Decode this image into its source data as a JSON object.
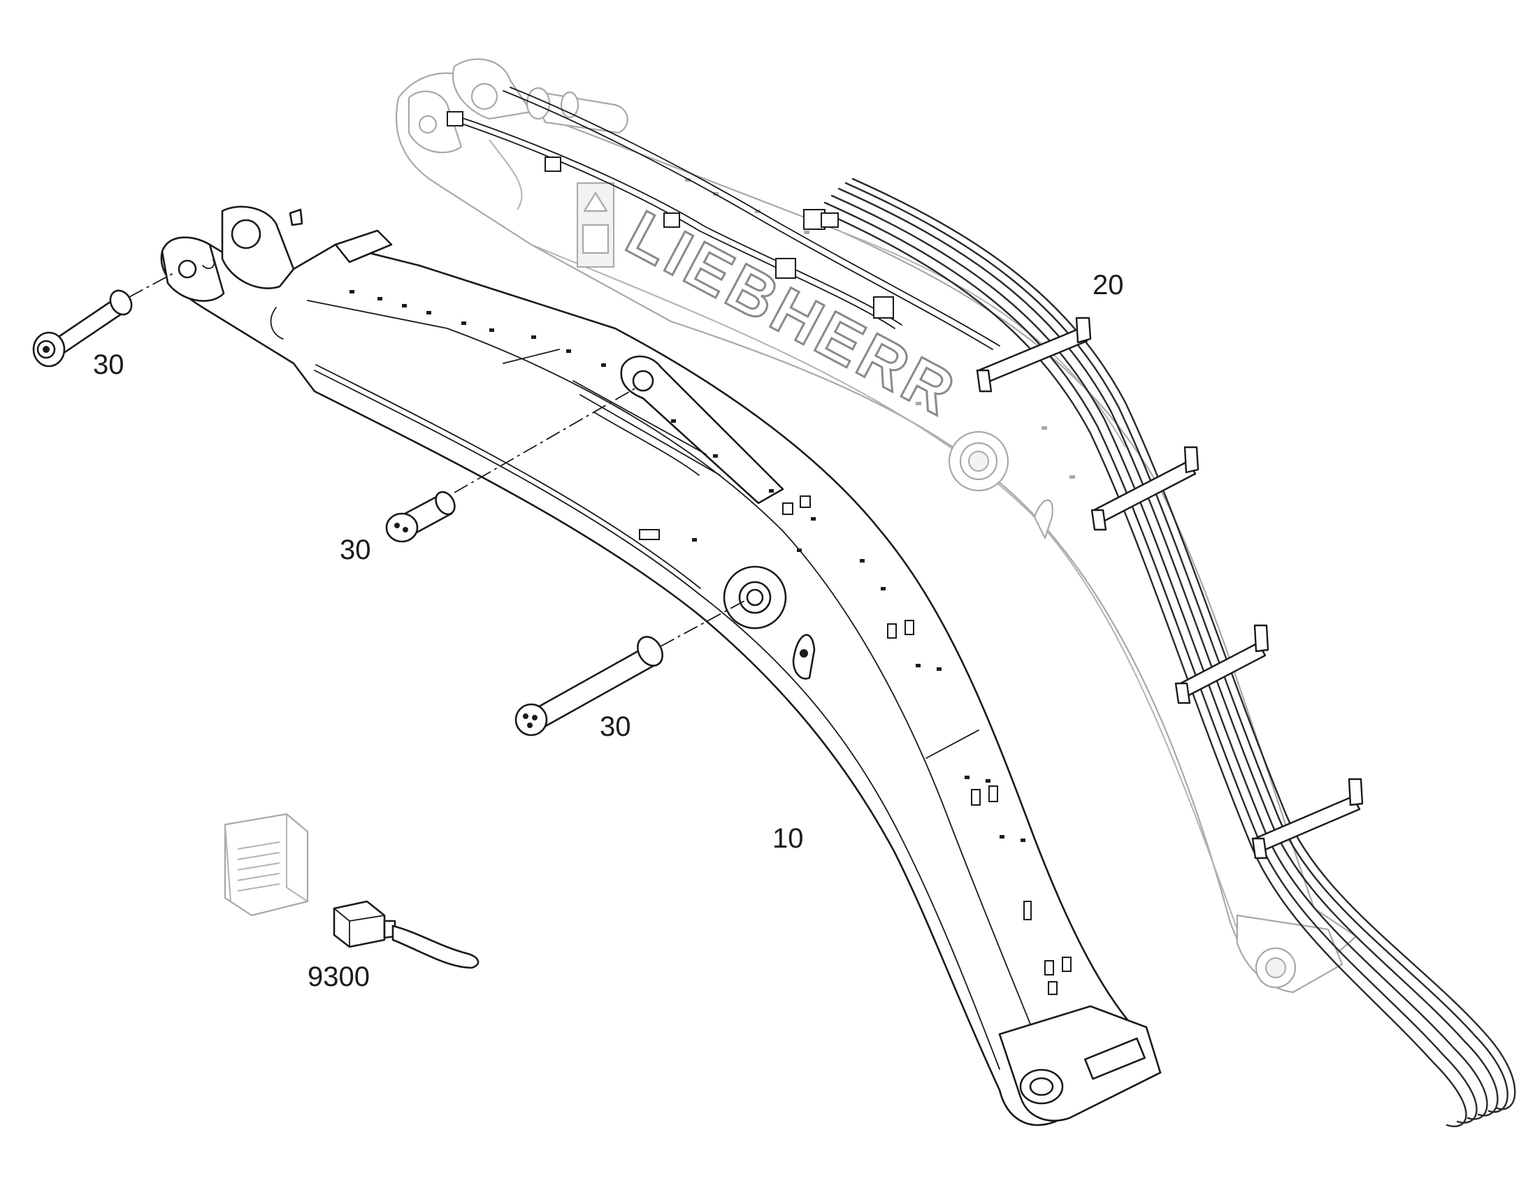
{
  "diagram": {
    "brand_text": "LIEBHERR",
    "parts": [
      {
        "id": "stick-new",
        "callout": "10",
        "description_icon": "excavator-stick"
      },
      {
        "id": "stick-old",
        "callout": "20",
        "description_icon": "excavator-stick-with-hoses"
      },
      {
        "id": "pin-top",
        "callout": "30",
        "description_icon": "pivot-pin"
      },
      {
        "id": "pin-middle",
        "callout": "30",
        "description_icon": "pivot-pin"
      },
      {
        "id": "pin-bottom",
        "callout": "30",
        "description_icon": "pivot-pin"
      },
      {
        "id": "light-connector",
        "callout": "9300",
        "description_icon": "work-light-with-connector"
      }
    ]
  },
  "colors": {
    "ink": "#1a1a1a",
    "ghost": "#a8a8a8",
    "background": "#ffffff"
  }
}
